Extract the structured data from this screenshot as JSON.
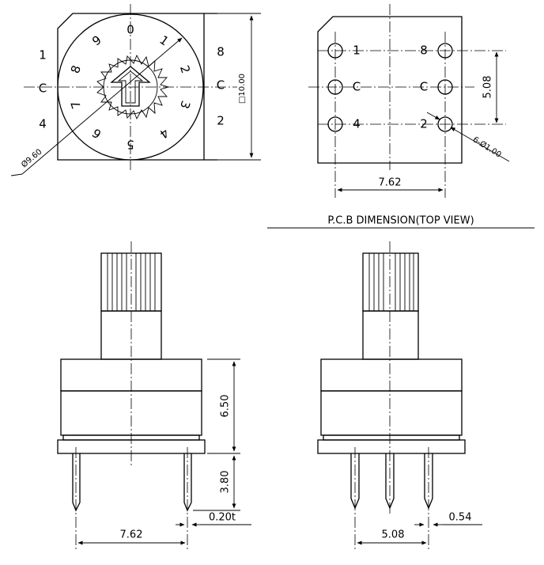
{
  "views": {
    "top_left": {
      "dial_digits": [
        "0",
        "1",
        "2",
        "3",
        "4",
        "5",
        "6",
        "7",
        "8",
        "9"
      ],
      "left_labels": [
        "1",
        "C",
        "4"
      ],
      "right_labels": [
        "8",
        "C",
        "2"
      ],
      "dia_label": "Ø9.60",
      "size_label": "□10.00"
    },
    "pcb": {
      "left_labels": [
        "1",
        "C",
        "4"
      ],
      "right_labels": [
        "8",
        "C",
        "2"
      ],
      "hole_label": "6-Ø1.00",
      "pitch_v": "5.08",
      "pitch_h": "7.62",
      "title": "P.C.B DIMENSION(TOP VIEW)"
    },
    "front": {
      "body_height": "6.50",
      "pin_length": "3.80",
      "pin_thickness": "0.20t",
      "pin_pitch": "7.62"
    },
    "side": {
      "pin_pitch": "5.08",
      "pin_width": "0.54"
    }
  }
}
